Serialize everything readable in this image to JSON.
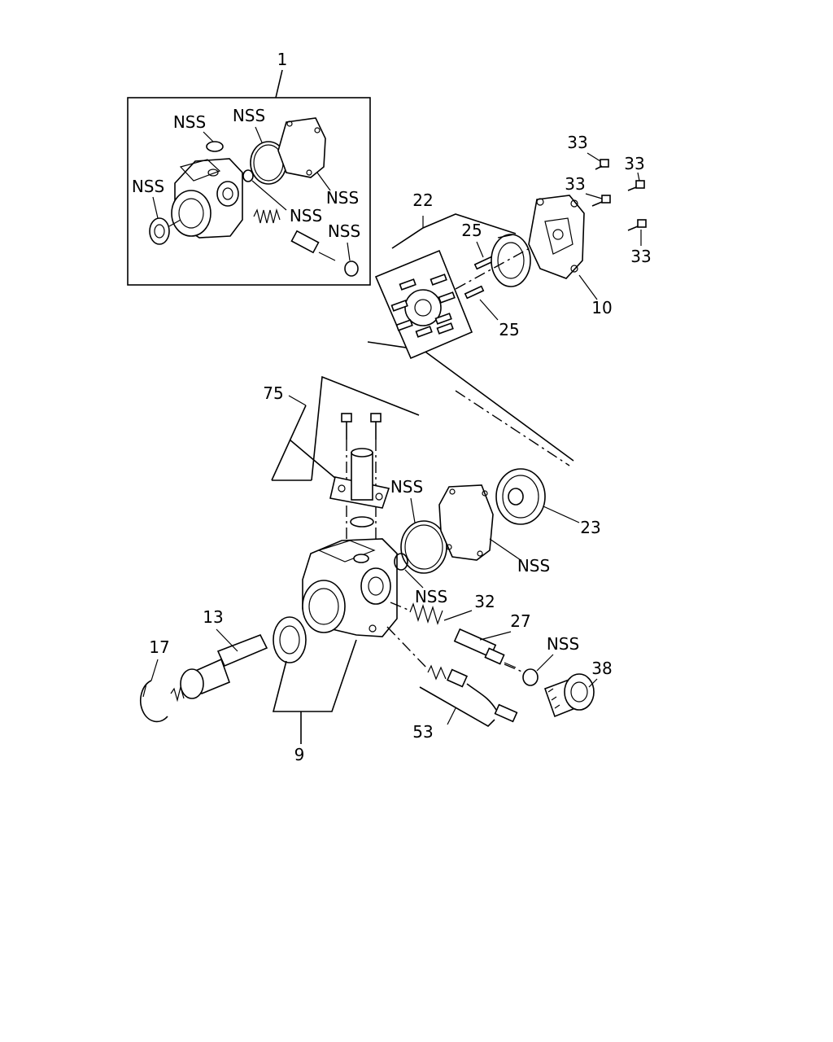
{
  "labels": {
    "item_1": "1",
    "item_9": "9",
    "item_10": "10",
    "item_13": "13",
    "item_17": "17",
    "item_22": "22",
    "item_23": "23",
    "item_25": "25",
    "item_27": "27",
    "item_32": "32",
    "item_33": "33",
    "item_38": "38",
    "item_53": "53",
    "item_75": "75",
    "nss": "NSS"
  }
}
